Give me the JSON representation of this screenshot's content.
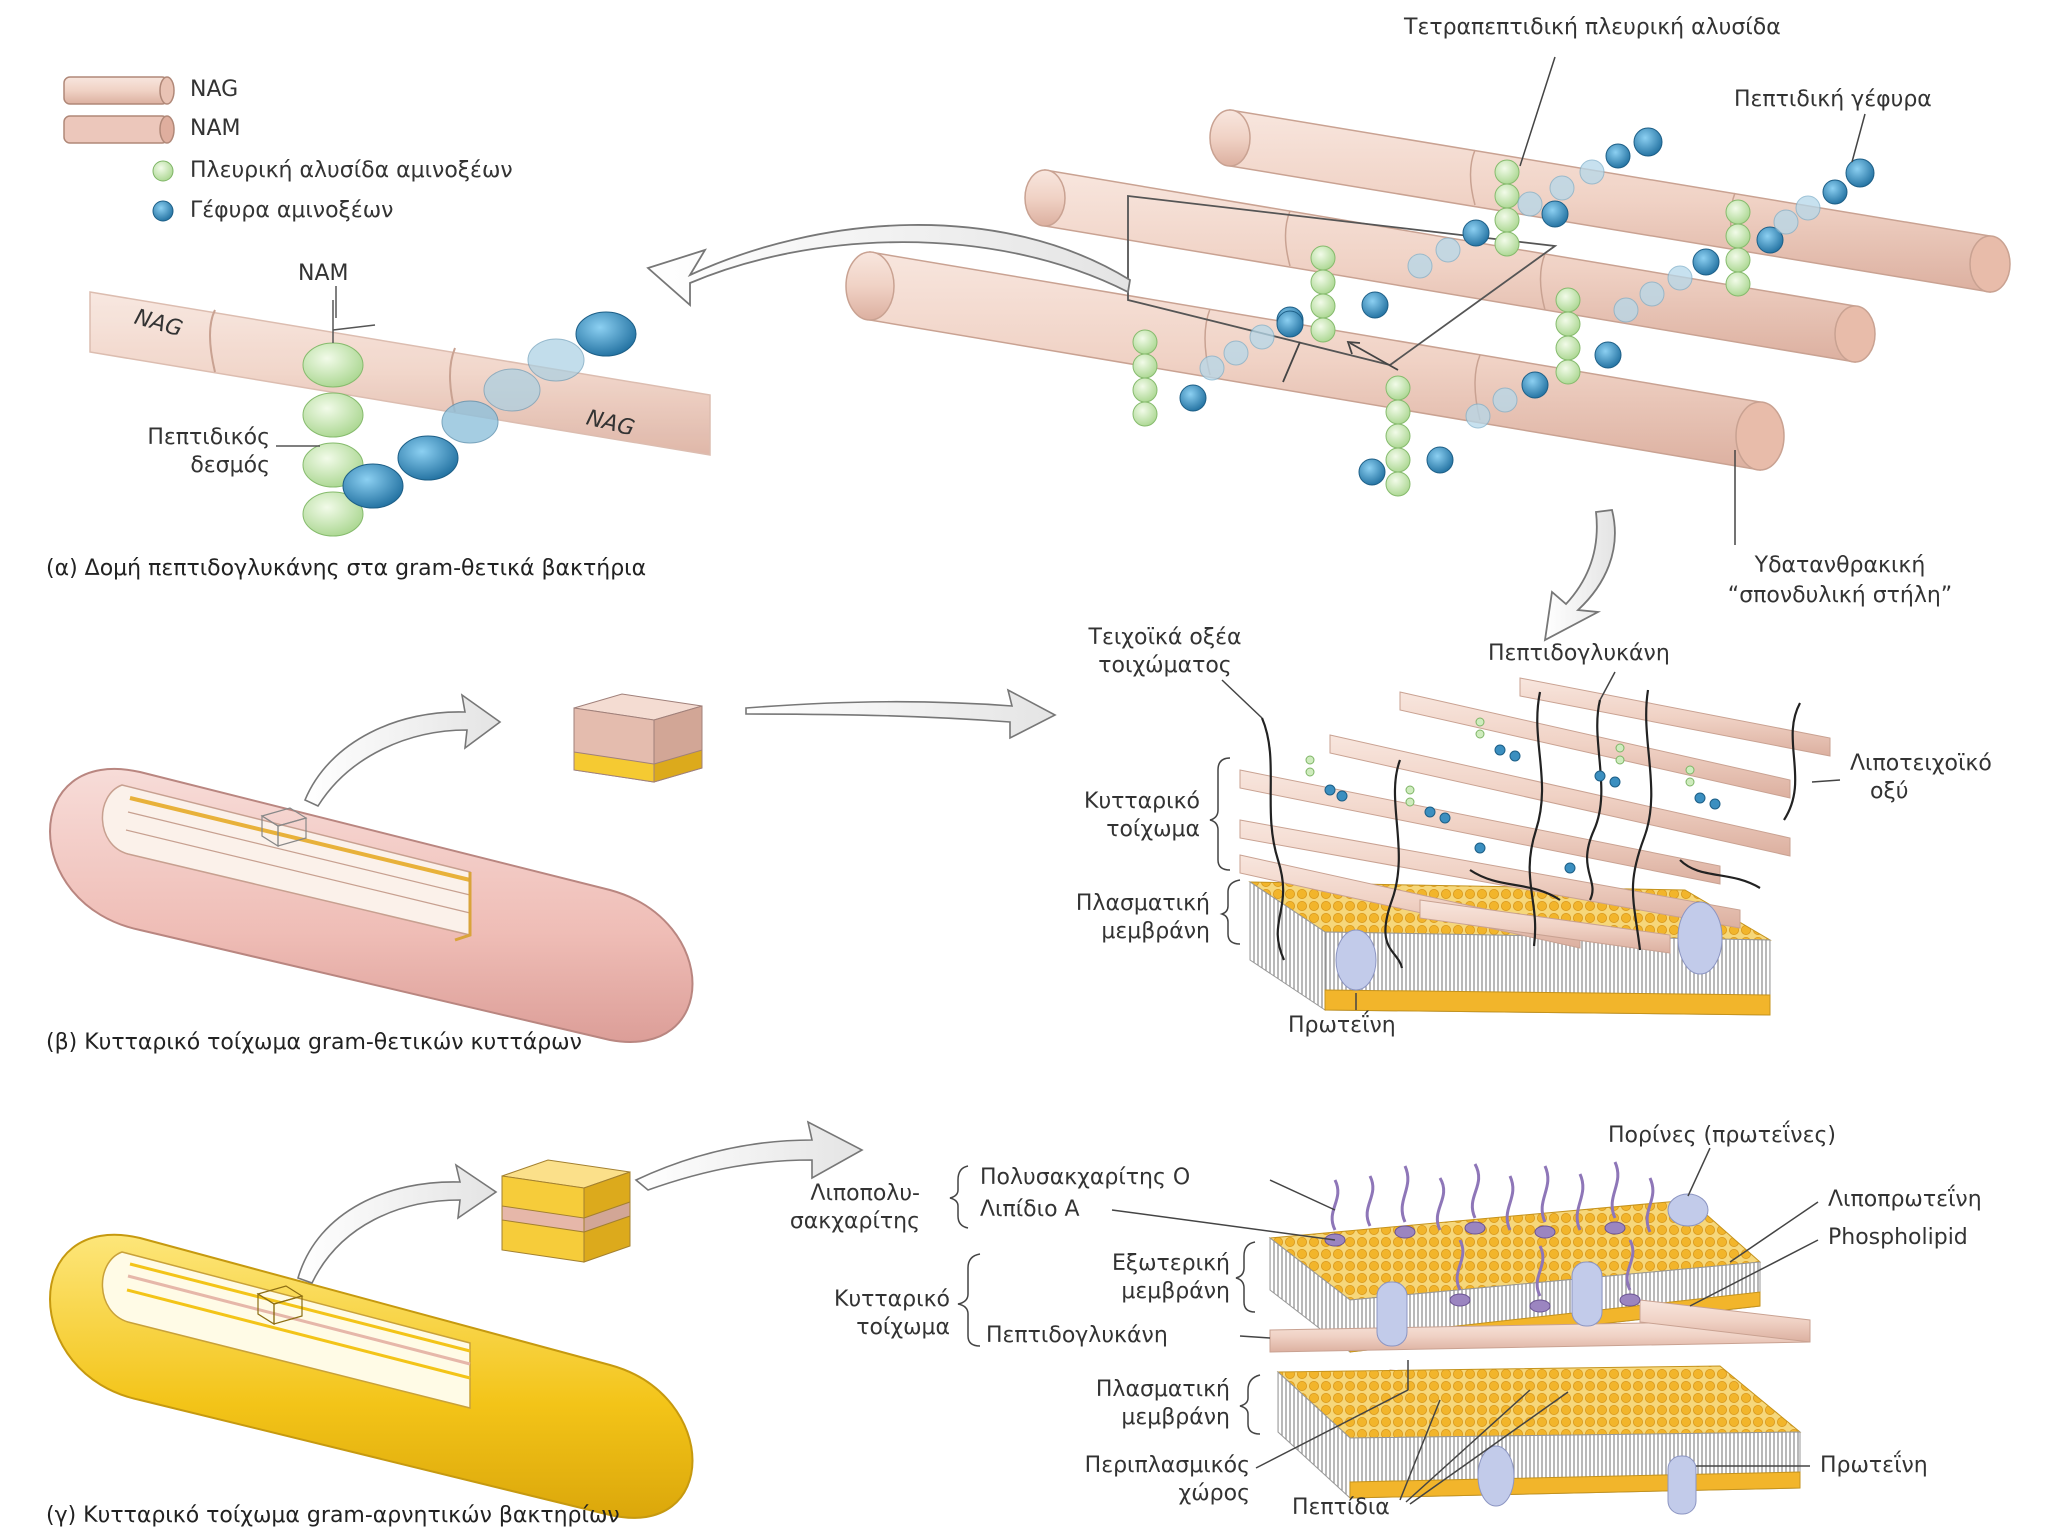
{
  "legend": {
    "nag": "NAG",
    "nam": "NAM",
    "side_chain": "Πλευρική αλυσίδα αμινοξέων",
    "bridge": "Γέφυρα αμινοξέων"
  },
  "panel_a": {
    "nam": "NAM",
    "nag_left": "NAG",
    "nag_right": "NAG",
    "peptide_bond_1": "Πεπτιδικός",
    "peptide_bond_2": "δεσμός",
    "tetrapeptide": "Τετραπεπτιδική πλευρική αλυσίδα",
    "peptide_bridge": "Πεπτιδική γέφυρα",
    "backbone_1": "Υδατανθρακική",
    "backbone_2": "“σπονδυλική στήλη”",
    "caption": "(α) Δομή πεπτιδογλυκάνης στα gram-θετικά βακτήρια"
  },
  "panel_b": {
    "teichoic_1": "Τειχοϊκά οξέα",
    "teichoic_2": "τοιχώματος",
    "peptidoglycan": "Πεπτιδογλυκάνη",
    "lipoteichoic_1": "Λιποτειχοϊκό",
    "lipoteichoic_2": "οξύ",
    "wall_1": "Κυτταρικό",
    "wall_2": "τοίχωμα",
    "membrane_1": "Πλασματική",
    "membrane_2": "μεμβράνη",
    "protein": "Πρωτεΐνη",
    "caption": "(β) Κυτταρικό τοίχωμα gram-θετικών κυττάρων"
  },
  "panel_c": {
    "lps_1": "Λιποπολυ-",
    "lps_2": "σακχαρίτης",
    "o_poly": "Πολυσακχαρίτης Ο",
    "lipid_a": "Λιπίδιο Α",
    "porins": "Πορίνες (πρωτεΐνες)",
    "lipoprotein": "Λιποπρωτεΐνη",
    "phospholipid": "Phospholipid",
    "wall_1": "Κυτταρικό",
    "wall_2": "τοίχωμα",
    "outer_1": "Εξωτερική",
    "outer_2": "μεμβράνη",
    "peptidoglycan": "Πεπτιδογλυκάνη",
    "membrane_1": "Πλασματική",
    "membrane_2": "μεμβράνη",
    "periplasm_1": "Περιπλασμικός",
    "periplasm_2": "χώρος",
    "protein": "Πρωτεΐνη",
    "peptides": "Πεπτίδια",
    "caption": "(γ) Κυτταρικό τοίχωμα gram-αρνητικών βακτηρίων"
  },
  "colors": {
    "cylinder": "#f3d9cf",
    "cylinder_dark": "#e3b8a8",
    "side_chain": "#cfecbe",
    "bridge": "#3b8fc0",
    "gram_pos_cell": "#f2c7c2",
    "gram_neg_cell": "#f2c81e",
    "lipid_head": "#f3c23a",
    "protein": "#b9c2e6",
    "lps": "#9b85c0"
  }
}
